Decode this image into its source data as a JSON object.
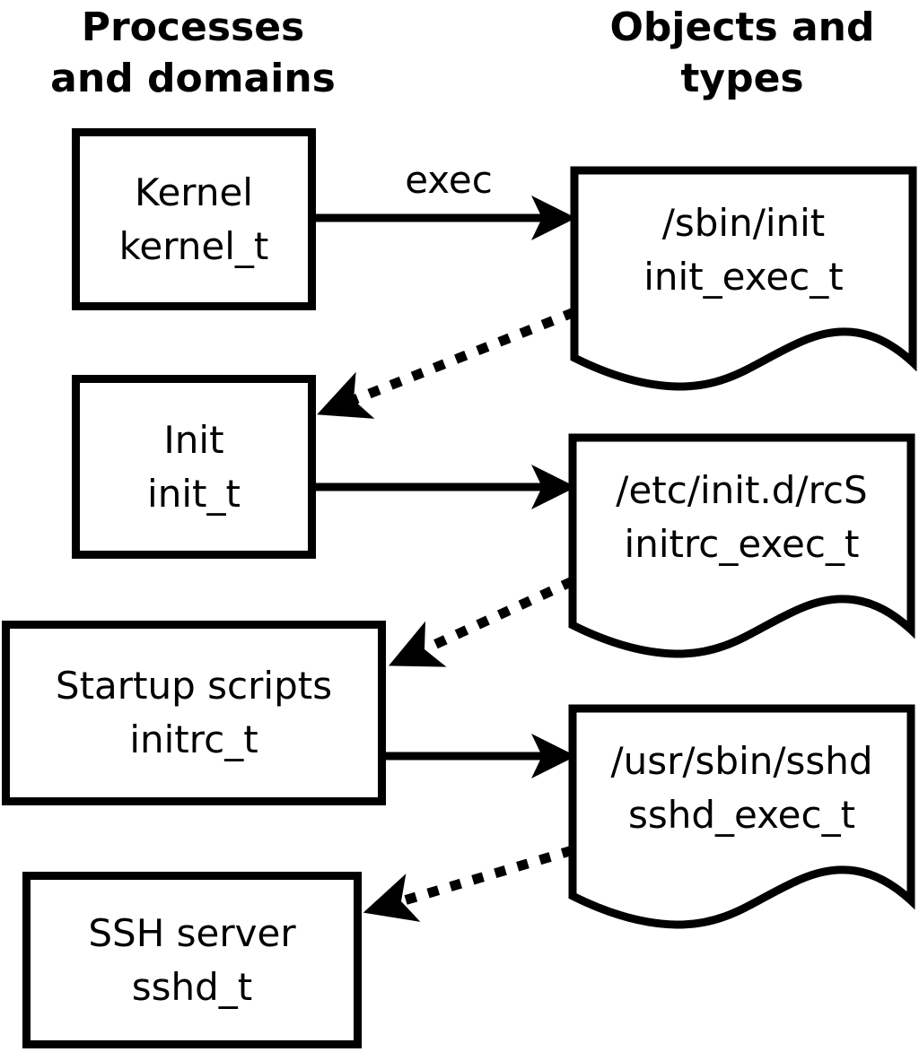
{
  "headers": {
    "left": {
      "line1": "Processes",
      "line2": "and domains"
    },
    "right": {
      "line1": "Objects and",
      "line2": "types"
    }
  },
  "process_boxes": [
    {
      "name": "Kernel",
      "type": "kernel_t"
    },
    {
      "name": "Init",
      "type": "init_t"
    },
    {
      "name": "Startup scripts",
      "type": "initrc_t"
    },
    {
      "name": "SSH server",
      "type": "sshd_t"
    }
  ],
  "object_docs": [
    {
      "path": "/sbin/init",
      "type": "init_exec_t"
    },
    {
      "path": "/etc/init.d/rcS",
      "type": "initrc_exec_t"
    },
    {
      "path": "/usr/sbin/sshd",
      "type": "sshd_exec_t"
    }
  ],
  "labels": {
    "exec": "exec"
  },
  "colors": {
    "line": "#000000",
    "background": "#ffffff"
  }
}
